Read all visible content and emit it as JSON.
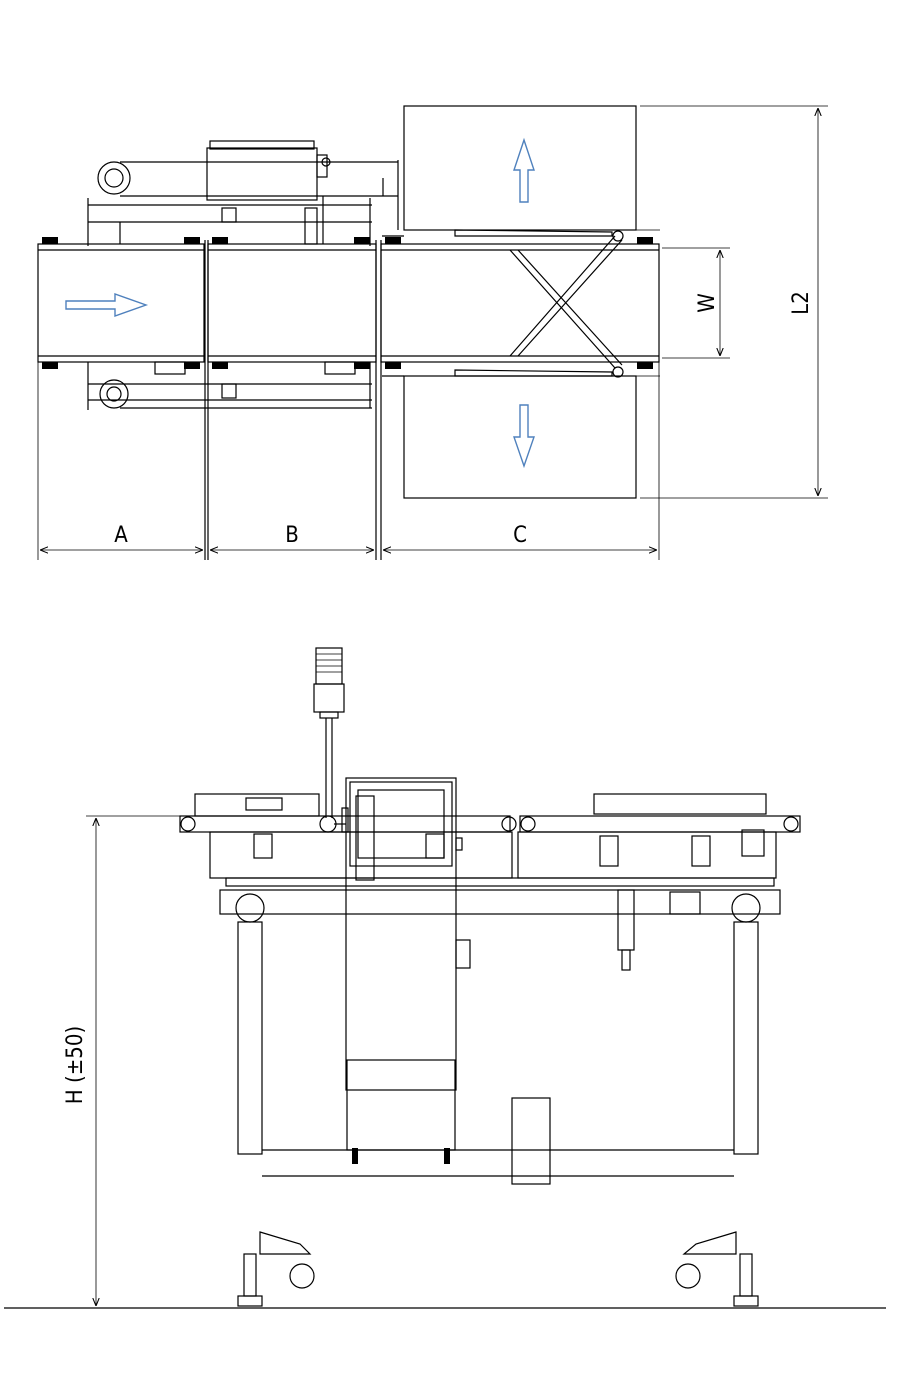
{
  "dimensions": {
    "a": "A",
    "b": "B",
    "c": "C",
    "w": "W",
    "l2": "L2",
    "h": "H (±50)"
  },
  "colors": {
    "line": "#000000",
    "flow_arrow": "#4f81bd",
    "background": "#ffffff"
  },
  "icons": {
    "infeed_arrow": "arrow-right-icon",
    "reject_up_arrow": "arrow-up-icon",
    "reject_down_arrow": "arrow-down-icon"
  }
}
